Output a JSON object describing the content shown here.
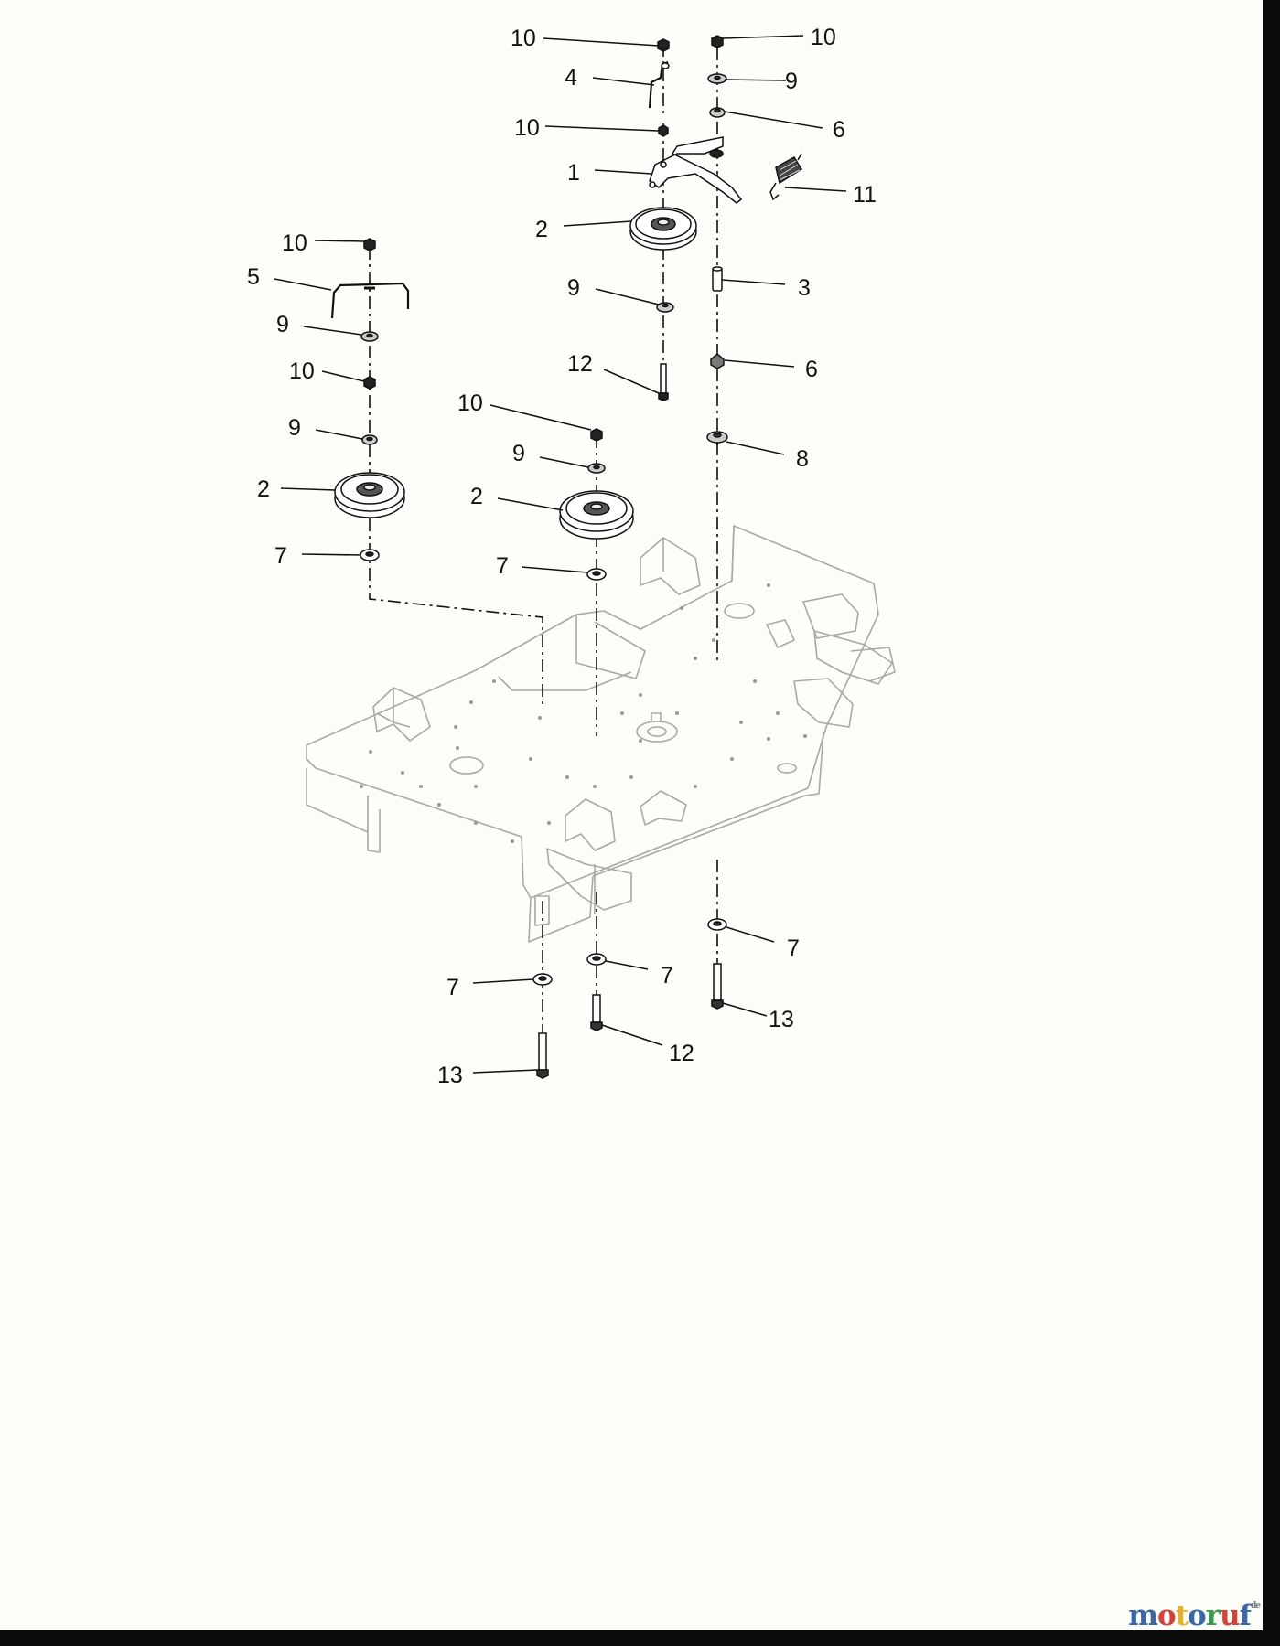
{
  "watermark": {
    "letters": [
      {
        "char": "m",
        "color": "#3b67a6"
      },
      {
        "char": "o",
        "color": "#d0443a"
      },
      {
        "char": "t",
        "color": "#e5b02c"
      },
      {
        "char": "o",
        "color": "#3b67a6"
      },
      {
        "char": "r",
        "color": "#3a9a4b"
      },
      {
        "char": "u",
        "color": "#d0443a"
      },
      {
        "char": "f",
        "color": "#3b67a6"
      }
    ],
    "suffix": "de"
  },
  "callouts": [
    {
      "id": "c-10-a",
      "text": "10"
    },
    {
      "id": "c-4",
      "text": "4"
    },
    {
      "id": "c-10-b",
      "text": "10"
    },
    {
      "id": "c-1",
      "text": "1"
    },
    {
      "id": "c-2-a",
      "text": "2"
    },
    {
      "id": "c-9-a",
      "text": "9"
    },
    {
      "id": "c-12-a",
      "text": "12"
    },
    {
      "id": "c-10-c",
      "text": "10"
    },
    {
      "id": "c-9-b",
      "text": "9"
    },
    {
      "id": "c-6-a",
      "text": "6"
    },
    {
      "id": "c-11",
      "text": "11"
    },
    {
      "id": "c-3",
      "text": "3"
    },
    {
      "id": "c-6-b",
      "text": "6"
    },
    {
      "id": "c-8",
      "text": "8"
    },
    {
      "id": "c-10-d",
      "text": "10"
    },
    {
      "id": "c-5",
      "text": "5"
    },
    {
      "id": "c-9-c",
      "text": "9"
    },
    {
      "id": "c-10-e",
      "text": "10"
    },
    {
      "id": "c-9-d",
      "text": "9"
    },
    {
      "id": "c-2-b",
      "text": "2"
    },
    {
      "id": "c-7-a",
      "text": "7"
    },
    {
      "id": "c-10-f",
      "text": "10"
    },
    {
      "id": "c-9-e",
      "text": "9"
    },
    {
      "id": "c-2-c",
      "text": "2"
    },
    {
      "id": "c-7-b",
      "text": "7"
    },
    {
      "id": "c-7-c",
      "text": "7"
    },
    {
      "id": "c-7-d",
      "text": "7"
    },
    {
      "id": "c-7-e",
      "text": "7"
    },
    {
      "id": "c-13-a",
      "text": "13"
    },
    {
      "id": "c-12-b",
      "text": "12"
    },
    {
      "id": "c-13-b",
      "text": "13"
    }
  ]
}
